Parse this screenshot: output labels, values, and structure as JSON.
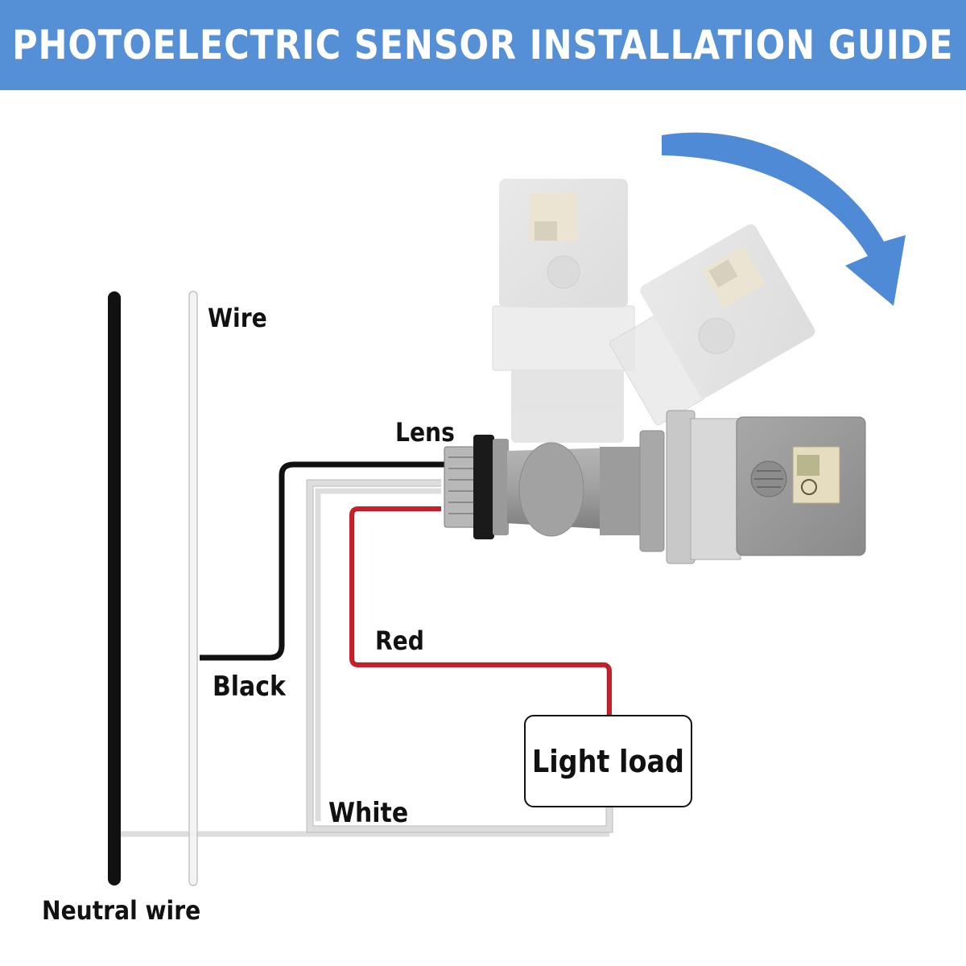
{
  "header": {
    "title": "PHOTOELECTRIC SENSOR INSTALLATION GUIDE"
  },
  "labels": {
    "wire": "Wire",
    "lens": "Lens",
    "black": "Black",
    "red": "Red",
    "white": "White",
    "neutral": "Neutral wire",
    "light_load": "Light load"
  },
  "colors": {
    "banner": "#5590d6",
    "arrow": "#4f8ad6",
    "black_wire": "#111111",
    "red_wire": "#c8202a",
    "white_wire": "#e8e8e8",
    "sensor_body": "#9a9a9a",
    "sensor_ghost": "#dadada"
  },
  "icons": {
    "rotation": "curved-arrow-icon",
    "sensor": "photocell-sensor-icon",
    "label_mark": "ul-mark-icon"
  }
}
